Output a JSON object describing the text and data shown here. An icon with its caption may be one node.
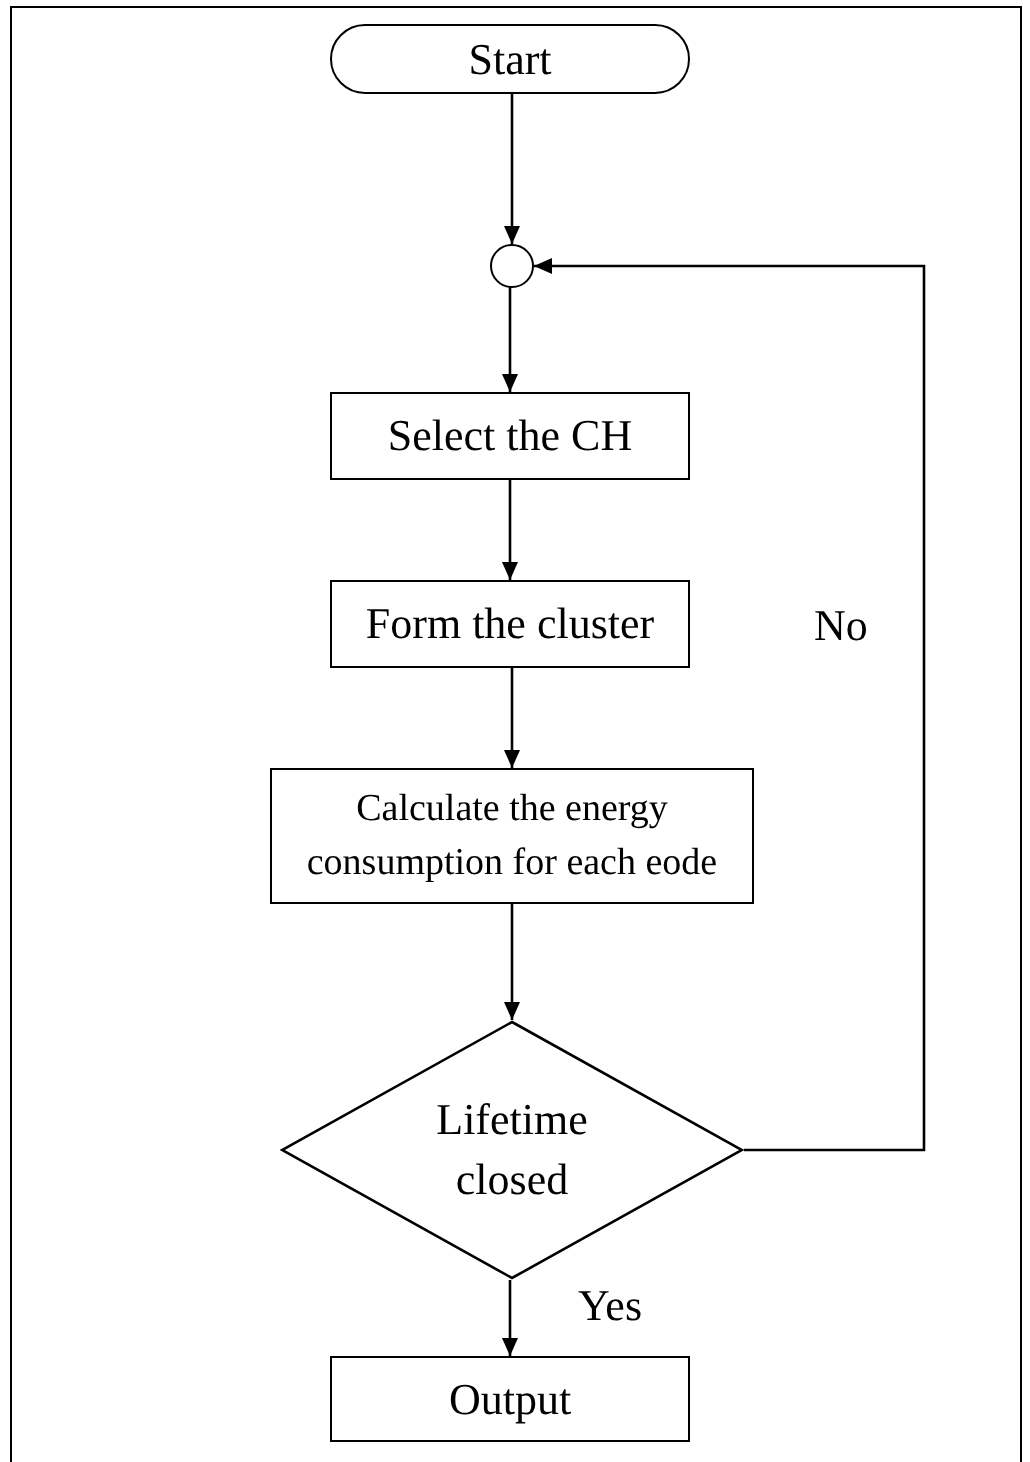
{
  "diagram": {
    "nodes": [
      {
        "text": [
          "Start"
        ]
      },
      {
        "text": [],
        "shape": "circle"
      },
      {
        "text": [
          "Select the CH"
        ]
      },
      {
        "text": [
          "Form the cluster"
        ]
      },
      {
        "text": [
          "Calculate the energy consumption for each eode"
        ]
      },
      {
        "text": [
          "Lifetime closed"
        ]
      },
      {
        "text": [
          "Output"
        ]
      }
    ],
    "edges": [
      {
        "from": 0,
        "to": 1,
        "arrow": "to"
      },
      {
        "from": 1,
        "to": 2,
        "arrow": "to"
      },
      {
        "from": 2,
        "to": 3,
        "arrow": "to"
      },
      {
        "from": 3,
        "to": 4,
        "arrow": "to"
      },
      {
        "from": 4,
        "to": 5,
        "arrow": "to"
      },
      {
        "from": 5,
        "to": 6,
        "arrow": "to",
        "label": "Yes"
      },
      {
        "from": 5,
        "to": 1,
        "arrow": "to",
        "label": "No"
      }
    ]
  }
}
